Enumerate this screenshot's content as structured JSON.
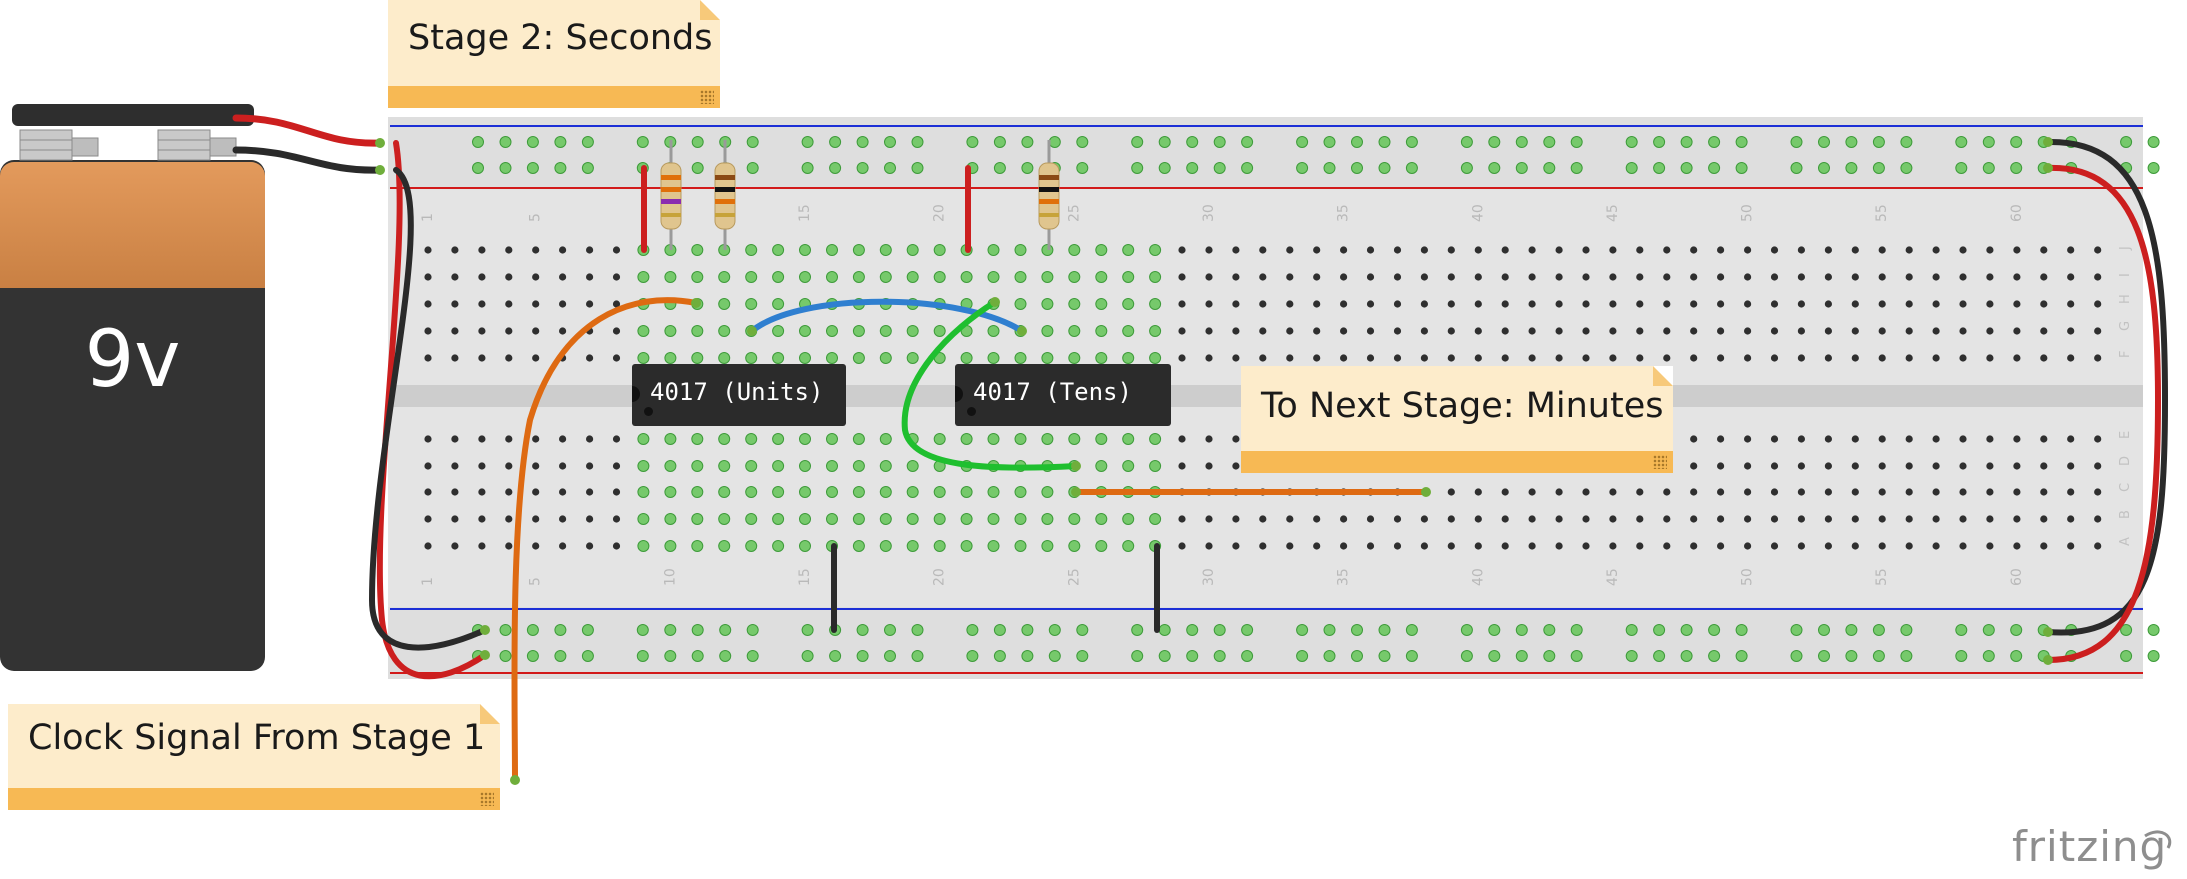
{
  "notes": {
    "stage2": "Stage 2: Seconds",
    "next_stage": "To Next Stage: Minutes",
    "clock": "Clock Signal From Stage 1"
  },
  "battery": {
    "label": "9v"
  },
  "chips": {
    "units": "4017 (Units)",
    "tens": "4017 (Tens)"
  },
  "breadboard": {
    "top_numbers": [
      "1",
      "5",
      "10",
      "15",
      "20",
      "25",
      "30",
      "35",
      "40",
      "45",
      "50",
      "55",
      "60"
    ],
    "bottom_numbers": [
      "1",
      "5",
      "10",
      "15",
      "20",
      "25",
      "30",
      "35",
      "40",
      "45",
      "50",
      "55",
      "60"
    ],
    "row_letters_top": [
      "J",
      "I",
      "H",
      "G",
      "F"
    ],
    "row_letters_bottom": [
      "E",
      "D",
      "C",
      "B",
      "A"
    ]
  },
  "wire_colors": {
    "red": "#cc1f1f",
    "black": "#2a2a2a",
    "blue": "#2f7fd0",
    "green": "#1fbf2f",
    "orange": "#de6a12"
  },
  "logo": "fritzing"
}
